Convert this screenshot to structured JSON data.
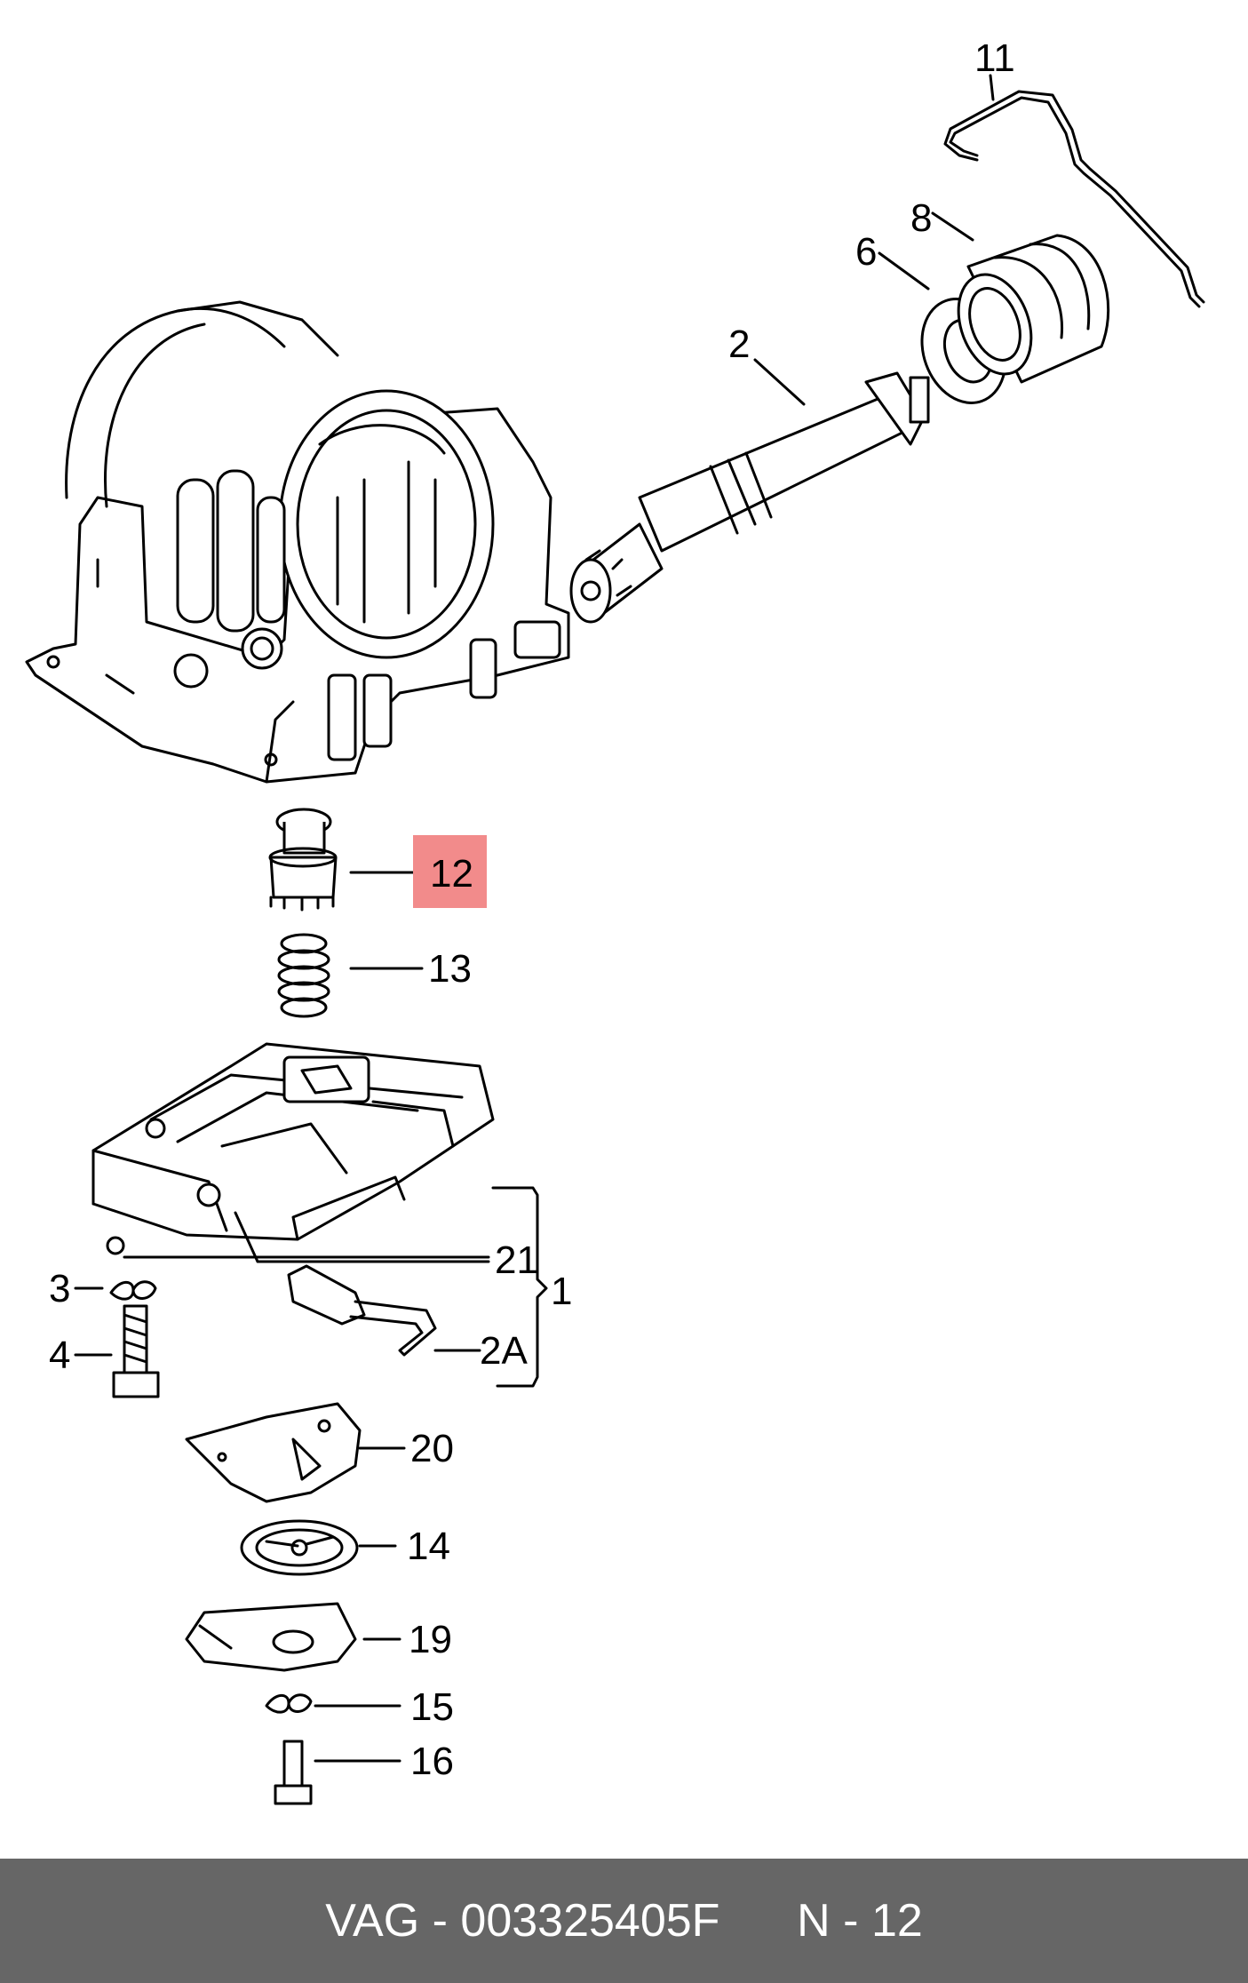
{
  "footer": {
    "part_brand": "VAG",
    "separator": "-",
    "part_number": "003325405F",
    "position_label": "N",
    "position_number": "12"
  },
  "highlight_color": "#f28b8b",
  "callouts": {
    "c1": "1",
    "c2": "2",
    "c2a": "2A",
    "c3": "3",
    "c4": "4",
    "c6": "6",
    "c8": "8",
    "c11": "11",
    "c12": "12",
    "c13": "13",
    "c14": "14",
    "c15": "15",
    "c16": "16",
    "c19": "19",
    "c20": "20",
    "c21": "21"
  }
}
